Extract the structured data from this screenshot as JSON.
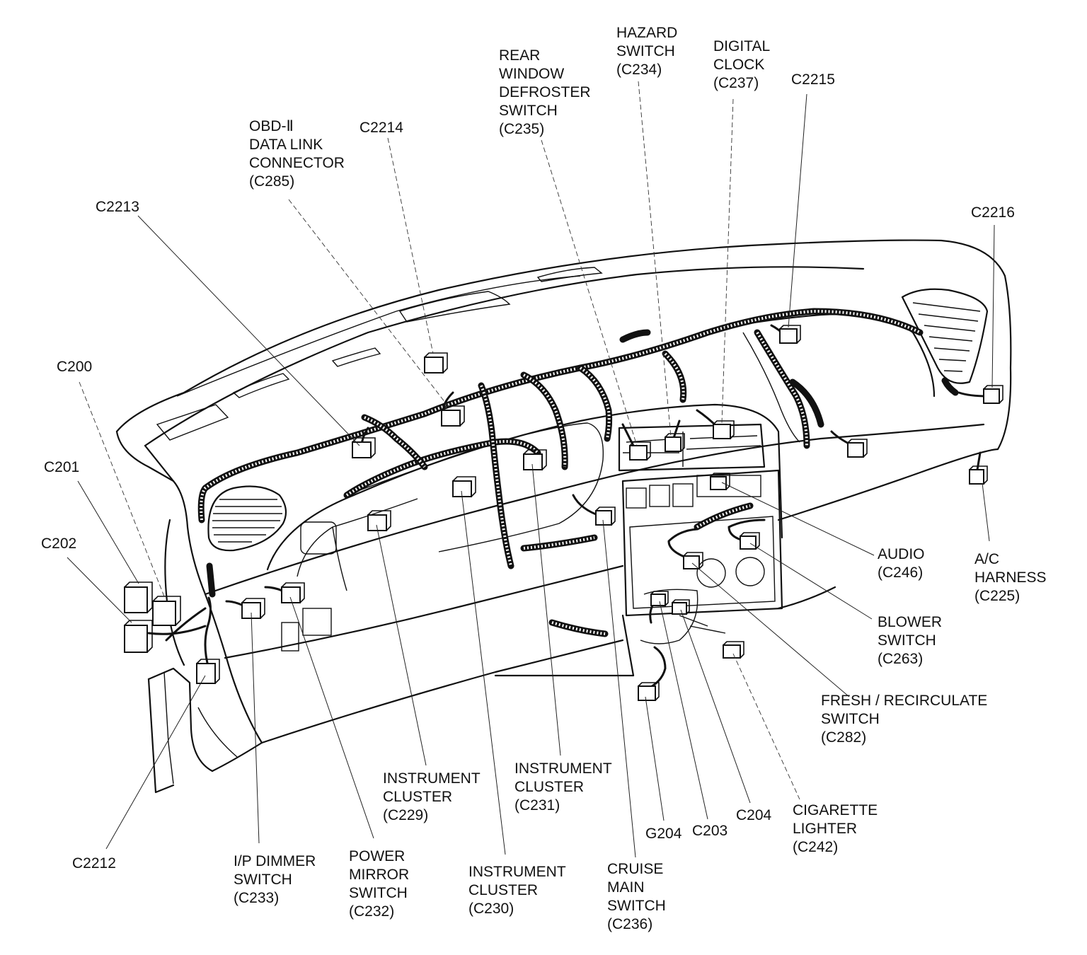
{
  "labels": {
    "c2213": "C2213",
    "c200": "C200",
    "c201": "C201",
    "c202": "C202",
    "c2212": "C2212",
    "obd": "OBD-Ⅱ\nDATA LINK\nCONNECTOR\n(C285)",
    "c2214": "C2214",
    "rear_window": "REAR\nWINDOW\nDEFROSTER\nSWITCH\n(C235)",
    "hazard": "HAZARD\nSWITCH\n(C234)",
    "clock": "DIGITAL\nCLOCK\n(C237)",
    "c2215": "C2215",
    "c2216": "C2216",
    "audio": "AUDIO\n(C246)",
    "ac": "A/C\nHARNESS\n(C225)",
    "blower": "BLOWER\nSWITCH\n(C263)",
    "fresh": "FRESH / RECIRCULATE\nSWITCH\n(C282)",
    "lighter": "CIGARETTE\nLIGHTER\n(C242)",
    "c204": "C204",
    "c203": "C203",
    "g204": "G204",
    "cruise": "CRUISE\nMAIN\nSWITCH\n(C236)",
    "cluster230": "INSTRUMENT\nCLUSTER\n(C230)",
    "cluster231": "INSTRUMENT\nCLUSTER\n(C231)",
    "cluster229": "INSTRUMENT\nCLUSTER\n(C229)",
    "mirror": "POWER\nMIRROR\nSWITCH\n(C232)",
    "dimmer": "I/P DIMMER\nSWITCH\n(C233)"
  }
}
